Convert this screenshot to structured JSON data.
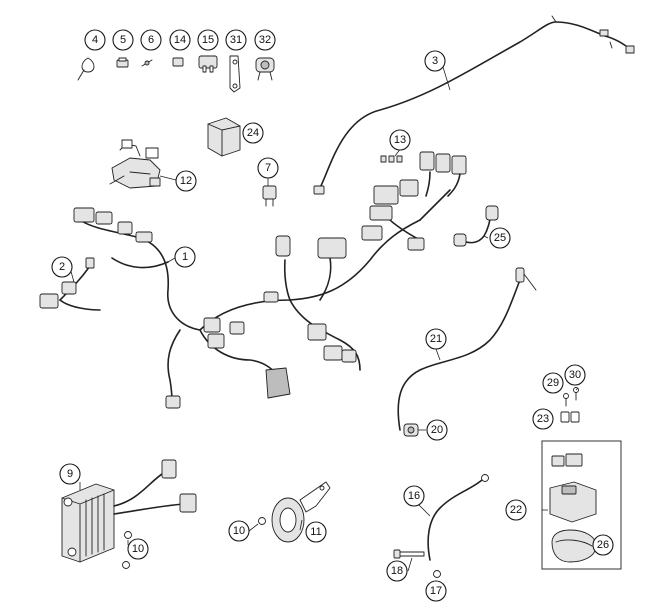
{
  "diagram": {
    "callouts": [
      {
        "id": "c4",
        "label": "4"
      },
      {
        "id": "c5",
        "label": "5"
      },
      {
        "id": "c6",
        "label": "6"
      },
      {
        "id": "c14",
        "label": "14"
      },
      {
        "id": "c15",
        "label": "15"
      },
      {
        "id": "c31",
        "label": "31"
      },
      {
        "id": "c32",
        "label": "32"
      },
      {
        "id": "c3",
        "label": "3"
      },
      {
        "id": "c24",
        "label": "24"
      },
      {
        "id": "c13",
        "label": "13"
      },
      {
        "id": "c7",
        "label": "7"
      },
      {
        "id": "c12",
        "label": "12"
      },
      {
        "id": "c1",
        "label": "1"
      },
      {
        "id": "c2",
        "label": "2"
      },
      {
        "id": "c25",
        "label": "25"
      },
      {
        "id": "c21",
        "label": "21"
      },
      {
        "id": "c29",
        "label": "29"
      },
      {
        "id": "c30",
        "label": "30"
      },
      {
        "id": "c23",
        "label": "23"
      },
      {
        "id": "c20",
        "label": "20"
      },
      {
        "id": "c9",
        "label": "9"
      },
      {
        "id": "c16",
        "label": "16"
      },
      {
        "id": "c22",
        "label": "22"
      },
      {
        "id": "c10a",
        "label": "10"
      },
      {
        "id": "c11",
        "label": "11"
      },
      {
        "id": "c10b",
        "label": "10"
      },
      {
        "id": "c26",
        "label": "26"
      },
      {
        "id": "c18",
        "label": "18"
      },
      {
        "id": "c17",
        "label": "17"
      }
    ]
  }
}
